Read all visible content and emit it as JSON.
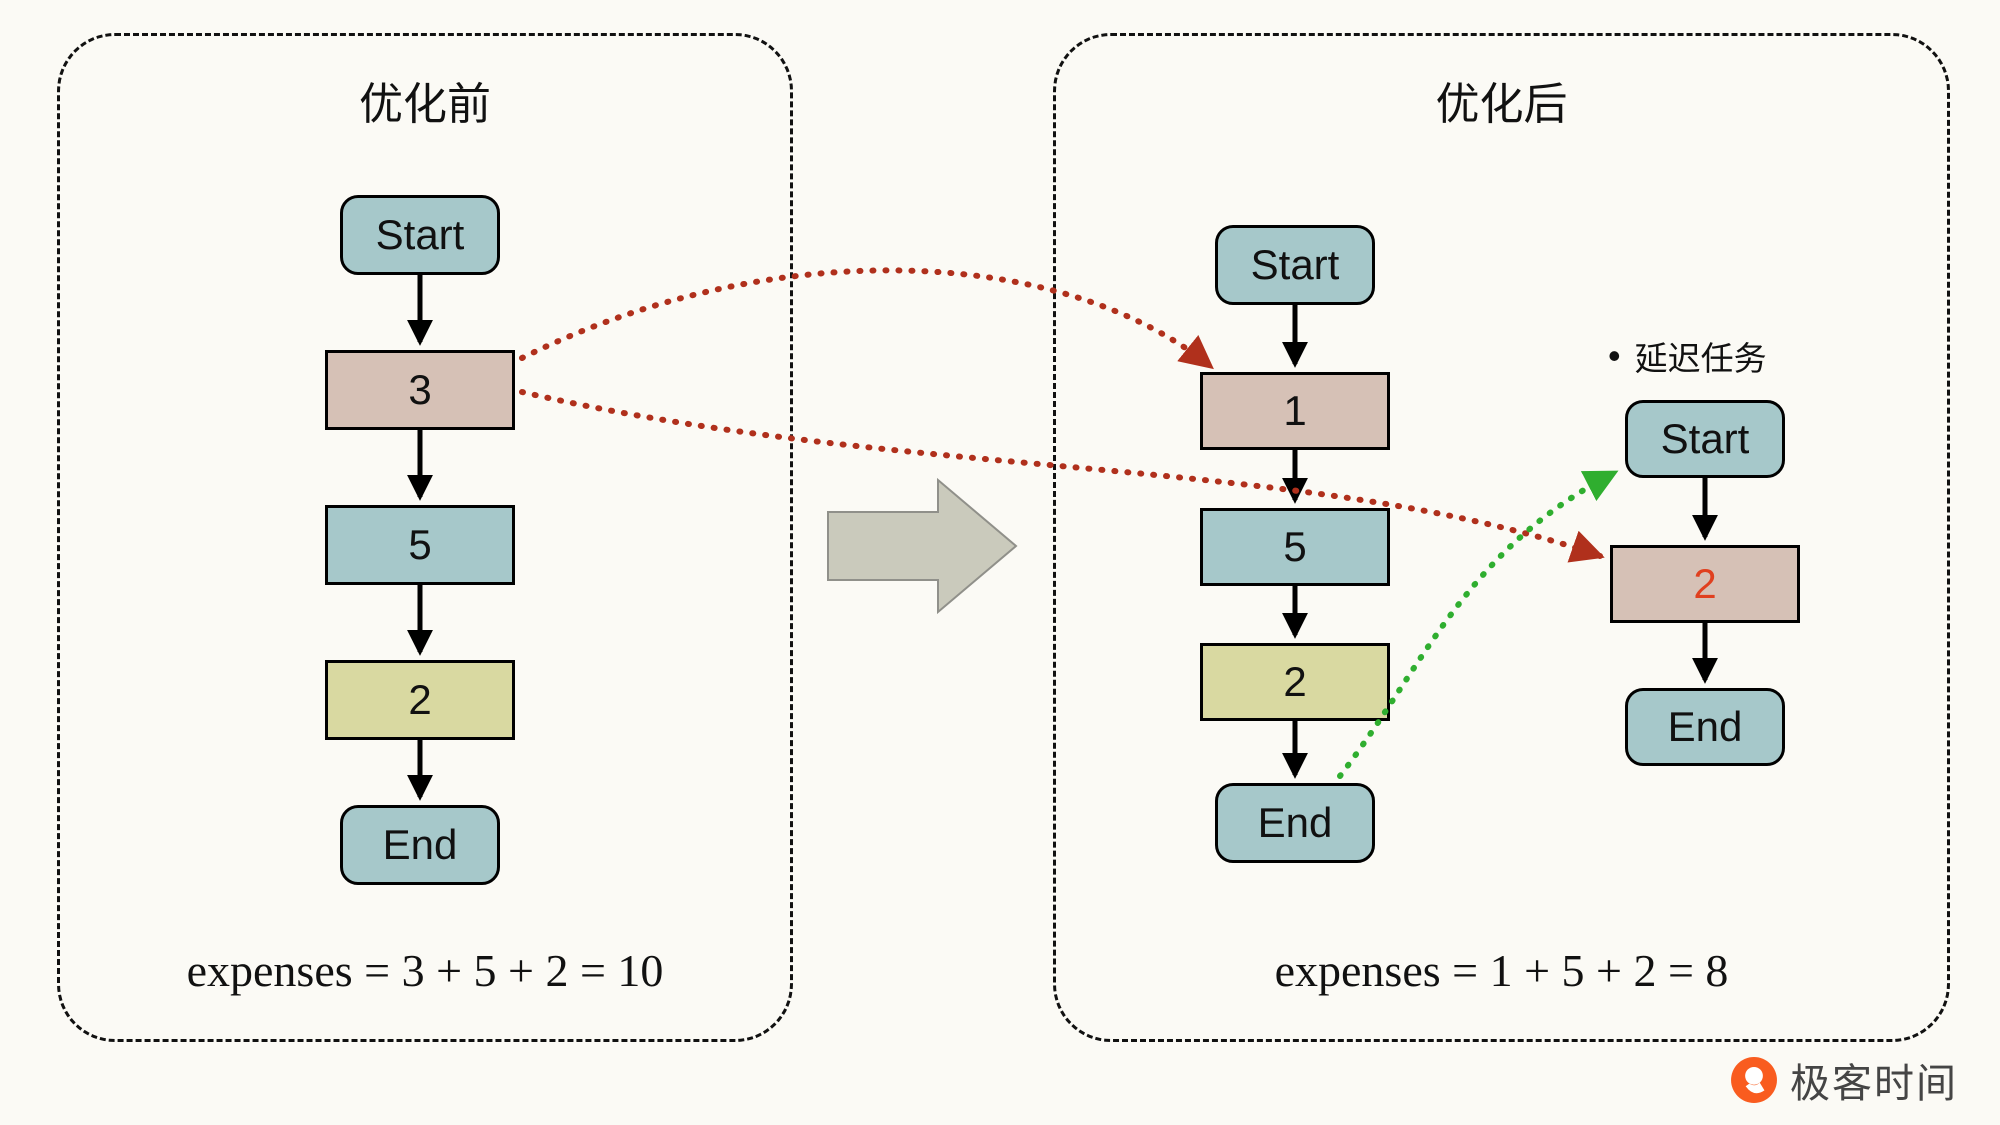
{
  "before_panel": {
    "title": "优化前",
    "expenses": "expenses = 3 + 5 + 2 = 10",
    "nodes": {
      "start": "Start",
      "n3": "3",
      "n5": "5",
      "n2": "2",
      "end": "End"
    }
  },
  "after_panel": {
    "title": "优化后",
    "expenses": "expenses = 1 + 5 + 2 = 8",
    "main_nodes": {
      "start": "Start",
      "n1": "1",
      "n5": "5",
      "n2": "2",
      "end": "End"
    },
    "deferred": {
      "bullet": "•",
      "label": "延迟任务",
      "nodes": {
        "start": "Start",
        "n2": "2",
        "end": "End"
      }
    }
  },
  "connectors": {
    "solid_black": [
      "Start→3",
      "3→5",
      "5→2",
      "2→End",
      "Start→1",
      "1→5",
      "5→2",
      "2→End",
      "Start→2 (deferred)",
      "2→End (deferred)"
    ],
    "red_dotted": [
      "before 3 → after 1",
      "before 3 → deferred 2"
    ],
    "green_dotted": [
      "after End → deferred Start"
    ]
  },
  "logo": {
    "text": "极客时间"
  },
  "colors": {
    "background": "#fbfaf5",
    "terminal_fill": "#a6c8ca",
    "moved_task_fill": "#d6c1b6",
    "last_task_fill": "#d9d9a1",
    "red_dotted": "#b0301c",
    "green_dotted": "#2fae2f",
    "block_arrow_fill": "#cacabc",
    "deferred_two_text": "#e0401f",
    "logo_orange": "#f95c1f"
  }
}
